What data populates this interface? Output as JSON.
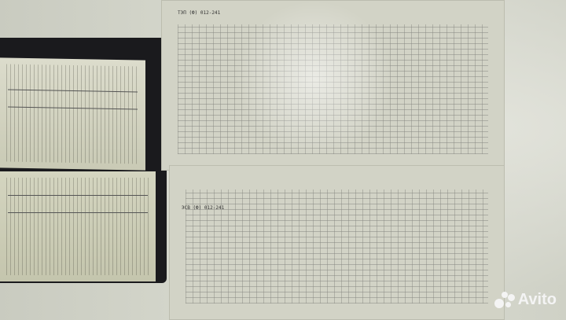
{
  "scene": {
    "description": "Photo of an open service manual with tabular pages in a black binder beside a folded wiring diagram sheet",
    "objects": [
      "open-manual",
      "binder-cover",
      "wiring-diagram-top",
      "wiring-diagram-bottom"
    ]
  },
  "diagram": {
    "top_label": "ТЭП (Ф) 012-241",
    "bottom_label": "ЭСВ (Ф) 012-241"
  },
  "watermark": {
    "text": "Avito",
    "color": "#f4f4f4"
  }
}
